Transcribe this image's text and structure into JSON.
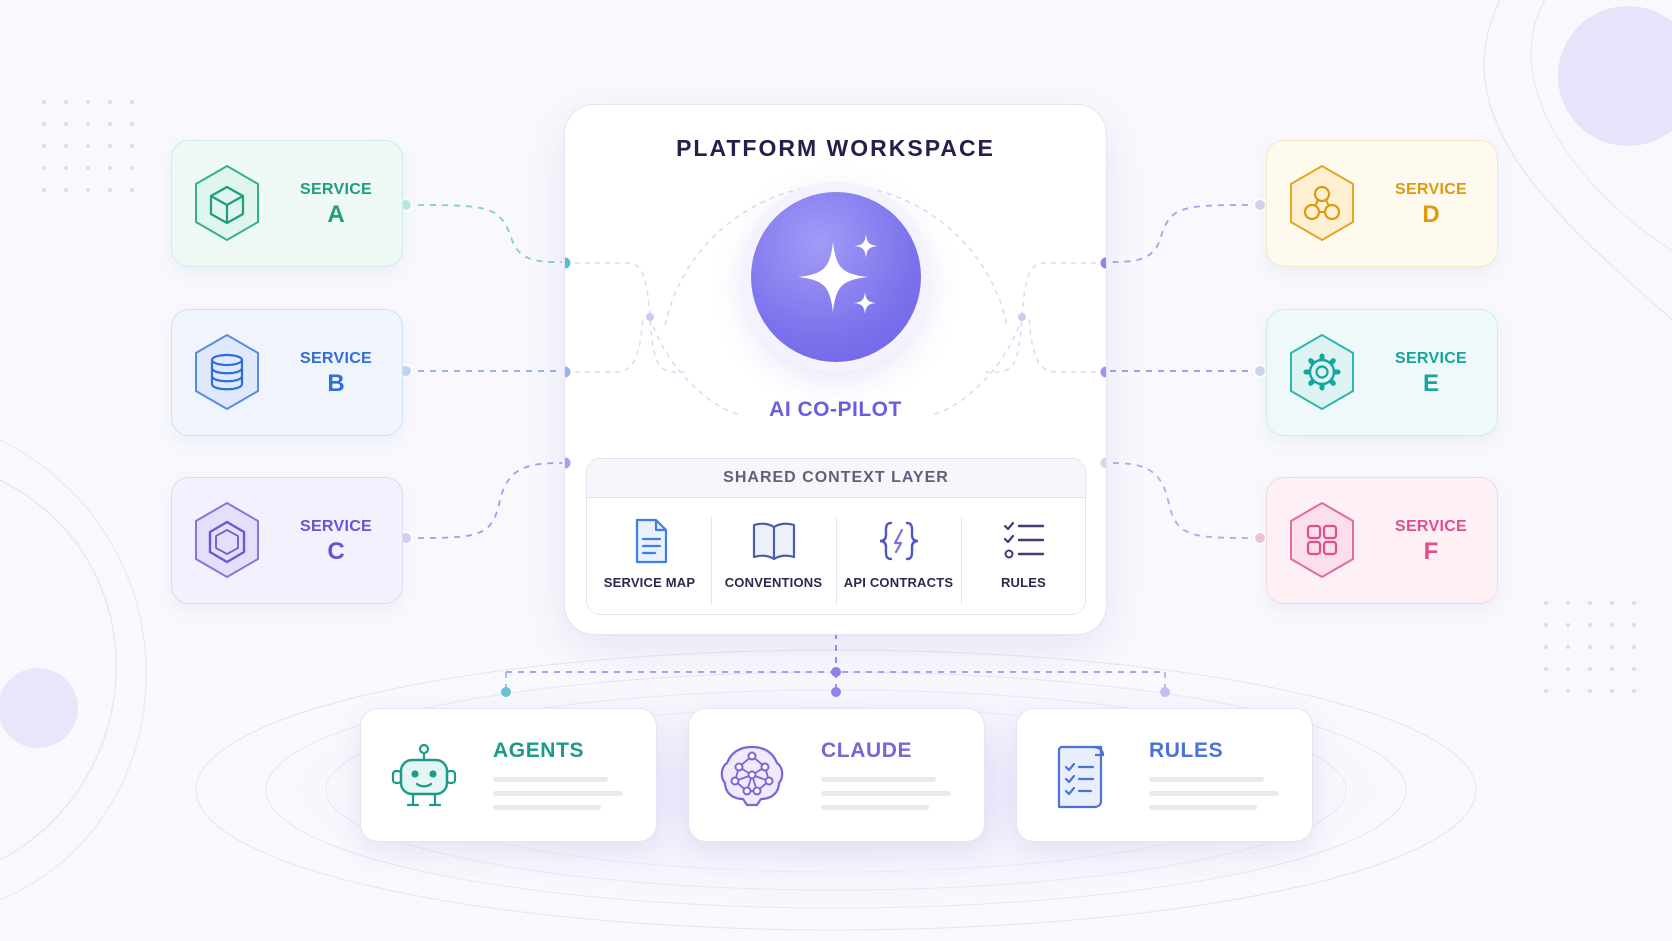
{
  "workspace": {
    "title": "PLATFORM WORKSPACE",
    "copilot_label": "AI CO-PILOT",
    "context_layer": {
      "title": "SHARED CONTEXT LAYER",
      "items": [
        {
          "label": "SERVICE MAP",
          "icon": "document-icon"
        },
        {
          "label": "CONVENTIONS",
          "icon": "book-icon"
        },
        {
          "label": "API CONTRACTS",
          "icon": "code-braces-icon"
        },
        {
          "label": "RULES",
          "icon": "checklist-icon"
        }
      ]
    }
  },
  "services": [
    {
      "kicker": "SERVICE",
      "letter": "A",
      "icon": "cube-icon",
      "color": "#1e9e7e"
    },
    {
      "kicker": "SERVICE",
      "letter": "B",
      "icon": "database-icon",
      "color": "#2f6fd8"
    },
    {
      "kicker": "SERVICE",
      "letter": "C",
      "icon": "hexagon-box-icon",
      "color": "#7058d8"
    },
    {
      "kicker": "SERVICE",
      "letter": "D",
      "icon": "molecule-icon",
      "color": "#dd9a10"
    },
    {
      "kicker": "SERVICE",
      "letter": "E",
      "icon": "gear-icon",
      "color": "#17a5a0"
    },
    {
      "kicker": "SERVICE",
      "letter": "F",
      "icon": "grid-icon",
      "color": "#df4f90"
    }
  ],
  "bottom_cards": [
    {
      "title": "AGENTS",
      "icon": "robot-icon",
      "color": "#1c9a8a"
    },
    {
      "title": "CLAUDE",
      "icon": "neural-network-icon",
      "color": "#7c63d8"
    },
    {
      "title": "RULES",
      "icon": "clipboard-checklist-icon",
      "color": "#4a72d8"
    }
  ]
}
